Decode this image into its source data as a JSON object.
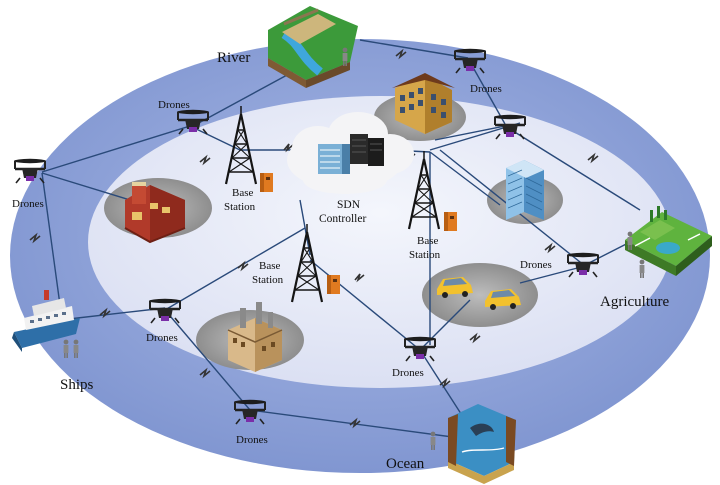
{
  "labels": {
    "river": "River",
    "agriculture": "Agriculture",
    "ships": "Ships",
    "ocean": "Ocean",
    "drones": "Drones",
    "sdn_line1": "SDN",
    "sdn_line2": "Controller",
    "base_line1": "Base",
    "base_line2": "Station"
  },
  "colors": {
    "outer_ring": "#8ea3d9",
    "inner_zone": "#e4e8f6",
    "link_line": "#2a4a7a",
    "pad_shadow": "#9a9a9a",
    "cloud": "#f4f4f6"
  }
}
